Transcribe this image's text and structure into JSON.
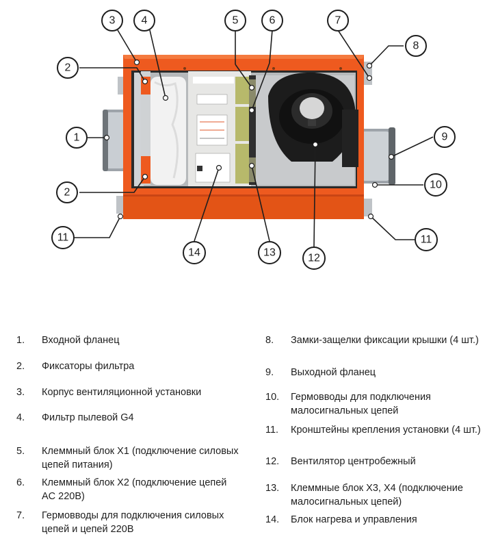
{
  "callouts": [
    "1",
    "2",
    "2",
    "3",
    "4",
    "5",
    "6",
    "7",
    "8",
    "9",
    "10",
    "11",
    "11",
    "12",
    "13",
    "14"
  ],
  "legend_left": [
    {
      "num": "1.",
      "text": "Входной фланец"
    },
    {
      "num": "2.",
      "text": "Фиксаторы фильтра"
    },
    {
      "num": "3.",
      "text": "Корпус вентиляционной установки"
    },
    {
      "num": "4.",
      "text": "Фильтр пылевой G4"
    },
    {
      "num": "5.",
      "text": "Клеммный блок X1 (подключение силовых цепей питания)"
    },
    {
      "num": "6.",
      "text": "Клеммный блок X2 (подключение цепей AC 220В)"
    },
    {
      "num": "7.",
      "text": "Гермовводы для подключения силовых цепей и цепей 220В"
    }
  ],
  "legend_right": [
    {
      "num": "8.",
      "text": "Замки-защелки фиксации крышки (4 шт.)"
    },
    {
      "num": "9.",
      "text": "Выходной фланец"
    },
    {
      "num": "10.",
      "text": "Гермовводы для подключения малосигнальных цепей"
    },
    {
      "num": "11.",
      "text": "Кронштейны крепления установки (4 шт.)"
    },
    {
      "num": "12.",
      "text": "Вентилятор центробежный"
    },
    {
      "num": "13.",
      "text": "Клеммные блок X3, X4 (подключение малосигнальных цепей)"
    },
    {
      "num": "14.",
      "text": "Блок нагрева и управления"
    }
  ],
  "colors": {
    "housing": "#ee5a1f",
    "housing_dark": "#c94515",
    "insulation": "#d5d5d5",
    "fan": "#1c1c1c",
    "flange": "#b9bec3"
  }
}
